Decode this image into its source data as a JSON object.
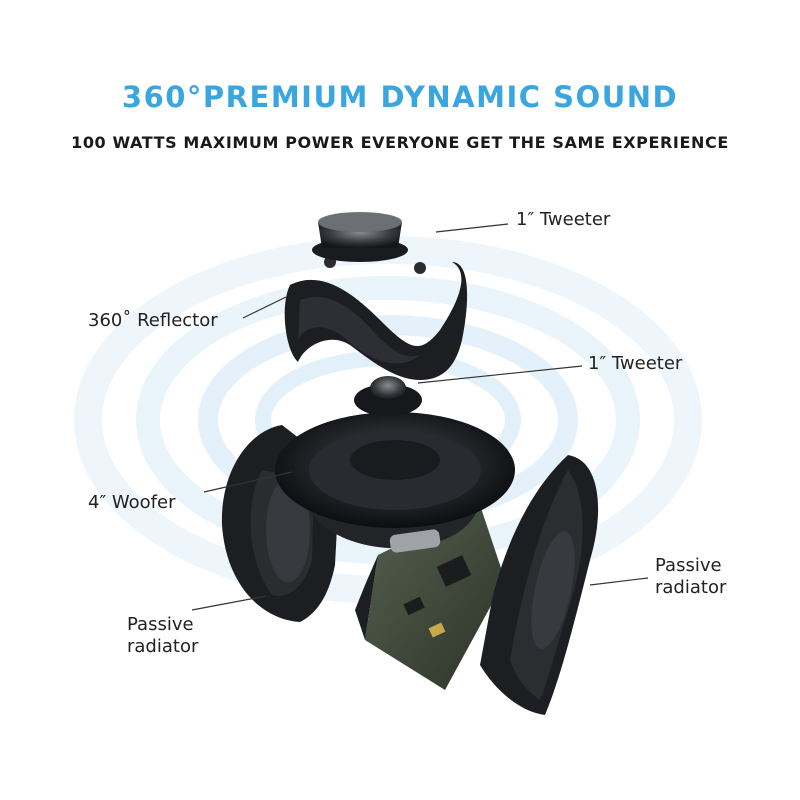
{
  "headline": "360°PREMIUM  DYNAMIC SOUND",
  "subheadline": "100 WATTS MAXIMUM POWER EVERYONE GET THE SAME EXPERIENCE",
  "callouts": {
    "top_tweeter": "1″ Tweeter",
    "reflector": "360˚ Reflector",
    "inner_tweeter": "1″ Tweeter",
    "woofer": "4″ Woofer",
    "passive_radiator_left": "Passive\nradiator",
    "passive_radiator_right": "Passive\nradiator"
  },
  "colors": {
    "headline": "#3aa6df",
    "subheadline": "#1a1a1a",
    "wave": "#cfe6f6",
    "component": "#1c1e21"
  }
}
